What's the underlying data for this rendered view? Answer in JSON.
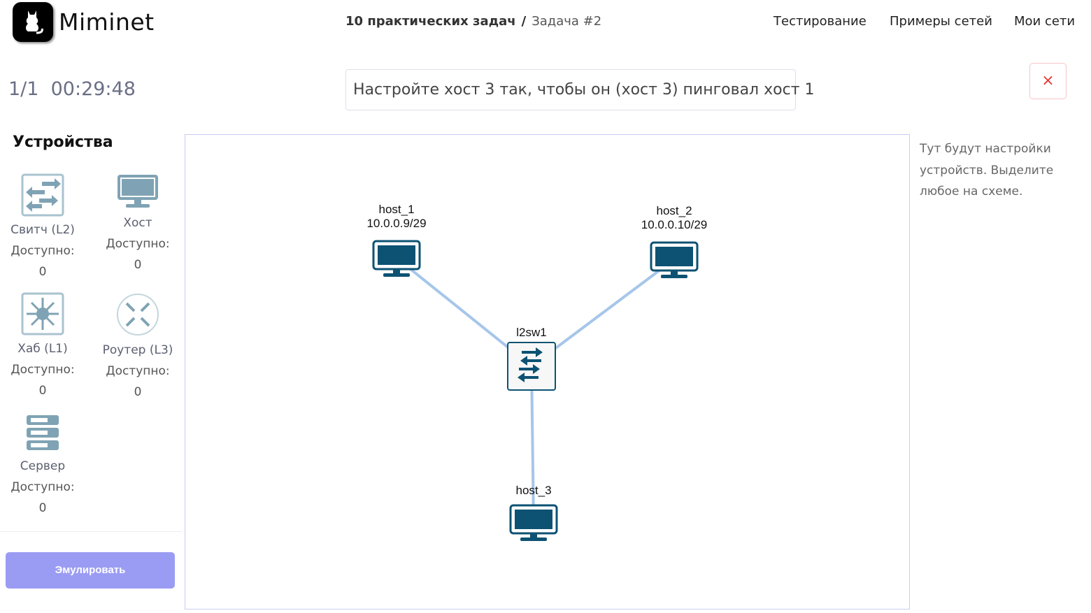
{
  "header": {
    "logo_text": "Miminet",
    "breadcrumb": {
      "parent": "10 практических задач",
      "separator": "/",
      "current": "Задача #2"
    },
    "nav": [
      "Тестирование",
      "Примеры сетей",
      "Мои сети"
    ]
  },
  "task": {
    "progress": "1/1",
    "timer": "00:29:48",
    "text": "Настройте хост 3 так, чтобы он (хост 3) пинговал хост 1",
    "close_icon": "×"
  },
  "sidebar": {
    "title": "Устройства",
    "devices": [
      {
        "name": "Свитч (L2)",
        "available_label": "Доступно:",
        "count": "0",
        "icon": "switch-icon"
      },
      {
        "name": "Хост",
        "available_label": "Доступно:",
        "count": "0",
        "icon": "host-icon"
      },
      {
        "name": "Хаб (L1)",
        "available_label": "Доступно:",
        "count": "0",
        "icon": "hub-icon"
      },
      {
        "name": "Роутер (L3)",
        "available_label": "Доступно:",
        "count": "0",
        "icon": "router-icon"
      },
      {
        "name": "Сервер",
        "available_label": "Доступно:",
        "count": "0",
        "icon": "server-icon"
      }
    ],
    "emulate_label": "Эмулировать"
  },
  "network": {
    "nodes": [
      {
        "id": "host_1",
        "name": "host_1",
        "ip": "10.0.0.9/29",
        "type": "host"
      },
      {
        "id": "host_2",
        "name": "host_2",
        "ip": "10.0.0.10/29",
        "type": "host"
      },
      {
        "id": "l2sw1",
        "name": "l2sw1",
        "ip": "",
        "type": "switch"
      },
      {
        "id": "host_3",
        "name": "host_3",
        "ip": "",
        "type": "host"
      }
    ],
    "edges": [
      [
        "host_1",
        "l2sw1"
      ],
      [
        "host_2",
        "l2sw1"
      ],
      [
        "l2sw1",
        "host_3"
      ]
    ]
  },
  "settings_hint": "Тут будут настройки устройств. Выделите любое на схеме.",
  "colors": {
    "accent": "#9a9cf3",
    "node": "#0d5273",
    "link": "#a6c6ea",
    "icon": "#7fa3b4",
    "close": "#e53935"
  }
}
